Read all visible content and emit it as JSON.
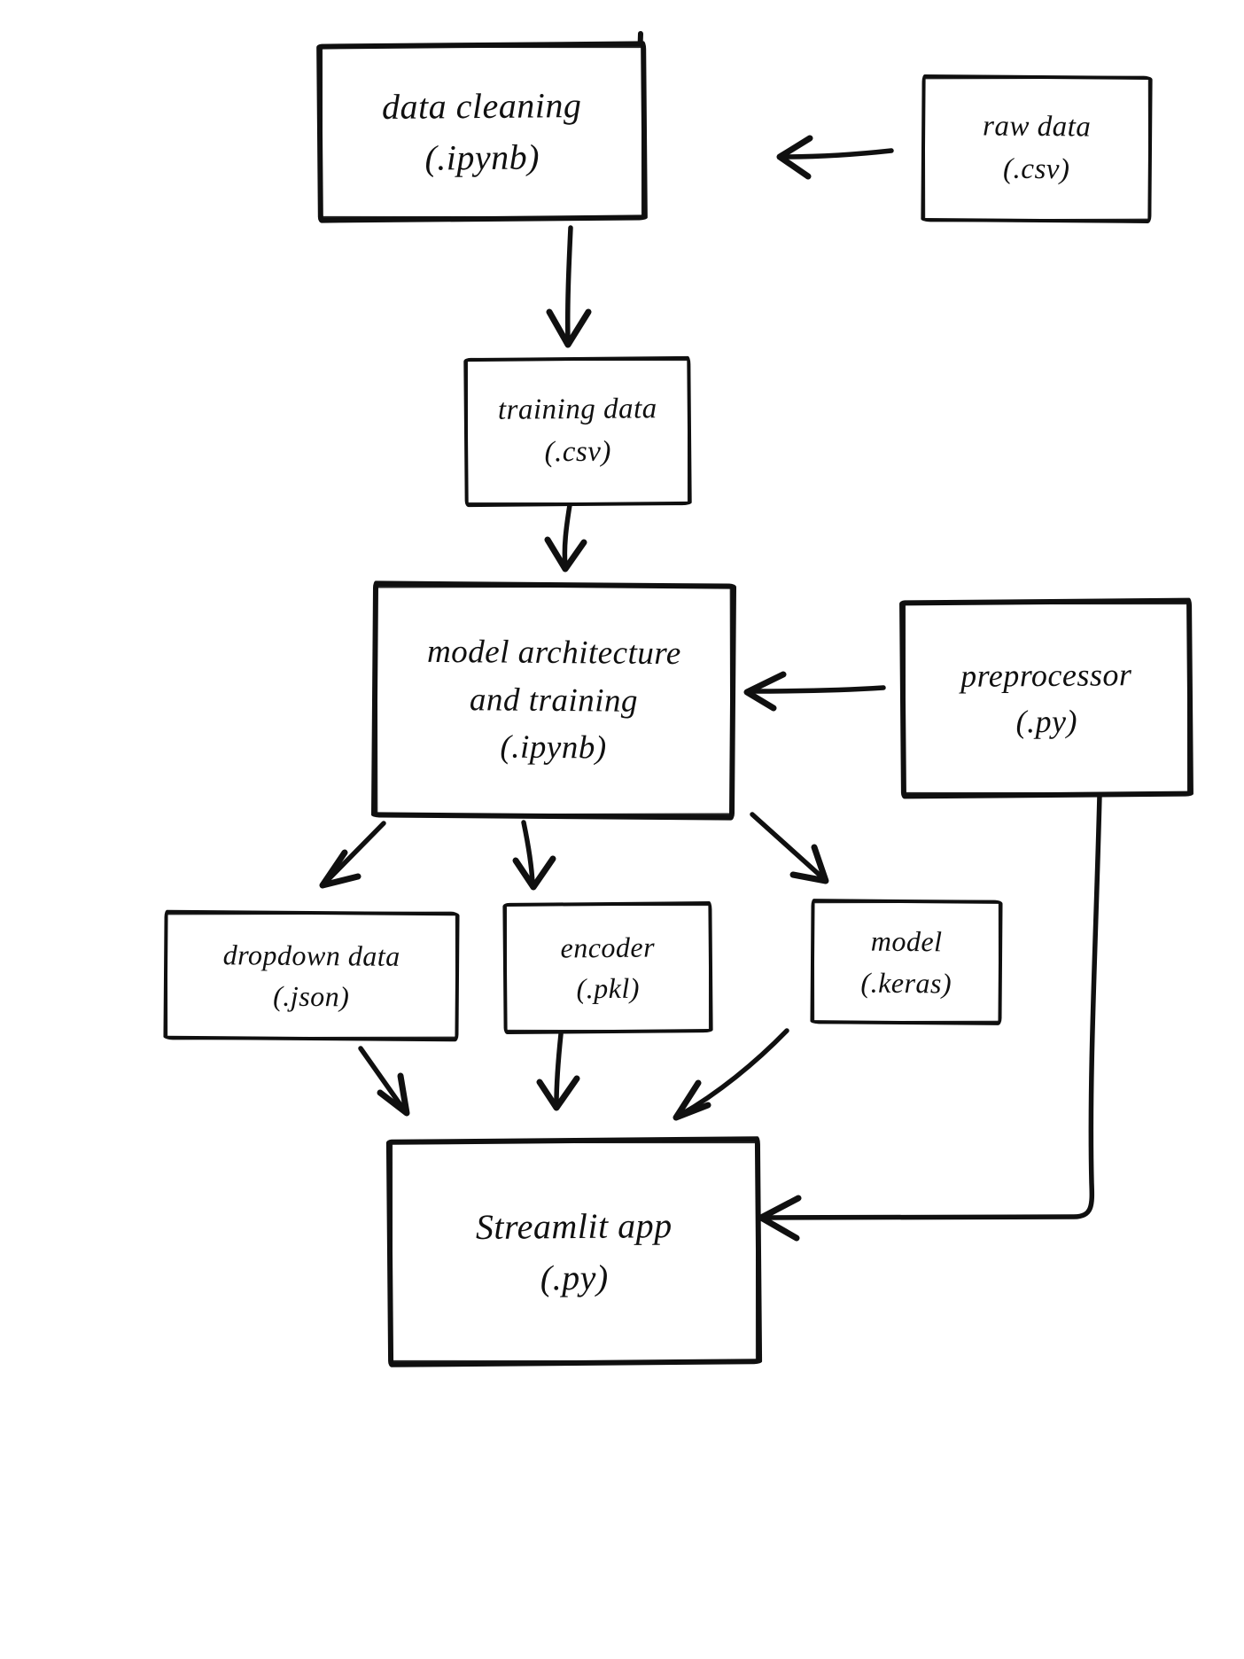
{
  "colors": {
    "ink": "#101010",
    "background": "#ffffff"
  },
  "nodes": {
    "data_cleaning": {
      "line1": "data cleaning",
      "line2": "(.ipynb)"
    },
    "raw_data": {
      "line1": "raw data",
      "line2": "(.csv)"
    },
    "training_data": {
      "line1": "training data",
      "line2": "(.csv)"
    },
    "model_training": {
      "line1": "model architecture",
      "line2": "and training",
      "line3": "(.ipynb)"
    },
    "preprocessor": {
      "line1": "preprocessor",
      "line2": "(.py)"
    },
    "dropdown_data": {
      "line1": "dropdown data",
      "line2": "(.json)"
    },
    "encoder": {
      "line1": "encoder",
      "line2": "(.pkl)"
    },
    "model_file": {
      "line1": "model",
      "line2": "(.keras)"
    },
    "streamlit_app": {
      "line1": "Streamlit app",
      "line2": "(.py)"
    }
  },
  "edges": [
    {
      "from": "raw data (.csv)",
      "to": "data cleaning (.ipynb)"
    },
    {
      "from": "data cleaning (.ipynb)",
      "to": "training data (.csv)"
    },
    {
      "from": "training data (.csv)",
      "to": "model architecture and training (.ipynb)"
    },
    {
      "from": "preprocessor (.py)",
      "to": "model architecture and training (.ipynb)"
    },
    {
      "from": "model architecture and training (.ipynb)",
      "to": "dropdown data (.json)"
    },
    {
      "from": "model architecture and training (.ipynb)",
      "to": "encoder (.pkl)"
    },
    {
      "from": "model architecture and training (.ipynb)",
      "to": "model (.keras)"
    },
    {
      "from": "dropdown data (.json)",
      "to": "Streamlit app (.py)"
    },
    {
      "from": "encoder (.pkl)",
      "to": "Streamlit app (.py)"
    },
    {
      "from": "model (.keras)",
      "to": "Streamlit app (.py)"
    },
    {
      "from": "preprocessor (.py)",
      "to": "Streamlit app (.py)"
    }
  ]
}
